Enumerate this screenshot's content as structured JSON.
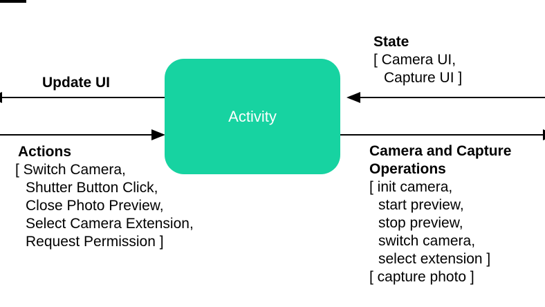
{
  "diagram": {
    "colors": {
      "node_fill": "#17d3a1",
      "node_text": "#ffffff",
      "line": "#000000",
      "background": "#ffffff"
    },
    "node": {
      "label": "Activity"
    },
    "update_ui": {
      "label": "Update UI"
    },
    "actions": {
      "label": "Actions",
      "lines": [
        "[ Switch Camera,",
        "Shutter Button Click,",
        "Close Photo Preview,",
        "Select Camera Extension,",
        "Request Permission ]"
      ]
    },
    "state": {
      "label": "State",
      "lines": [
        "[ Camera UI,",
        "Capture UI ]"
      ]
    },
    "camera_ops": {
      "label_lines": [
        "Camera and Capture",
        "Operations"
      ],
      "lines": [
        "[ init camera,",
        "start preview,",
        "stop preview,",
        "switch camera,",
        "select extension ]",
        "[ capture photo ]"
      ]
    }
  }
}
